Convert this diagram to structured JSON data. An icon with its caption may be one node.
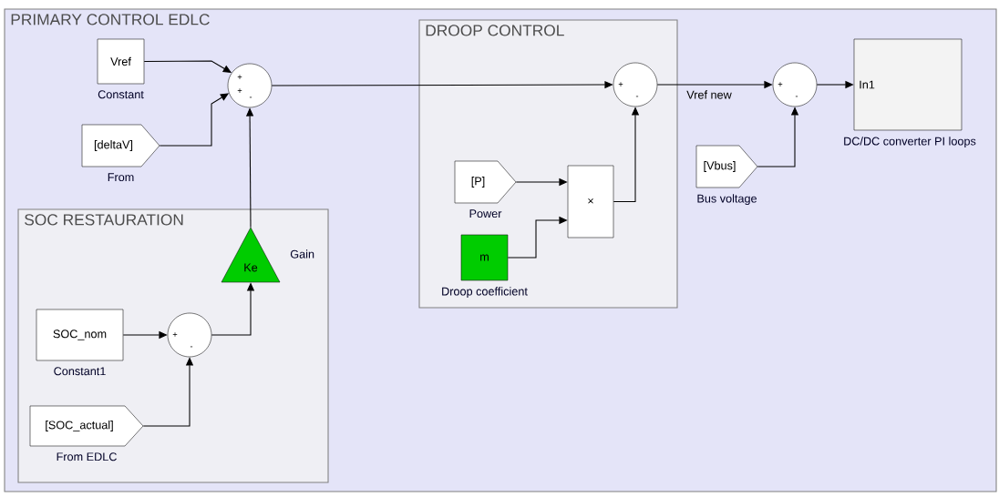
{
  "diagram": {
    "nodes": [
      {
        "text": [
          "PRIMARY CONTROL EDLC"
        ]
      },
      {
        "text": [
          "Vref"
        ],
        "beside": [
          "Constant"
        ],
        "in": 0
      },
      {
        "text": [
          "[deltaV]"
        ],
        "beside": [
          "From"
        ],
        "in": 0
      },
      {
        "text": [
          "+",
          "+",
          "-"
        ],
        "in": 0
      },
      {
        "text": [
          "SOC RESTAURATION"
        ],
        "in": 0
      },
      {
        "text": [
          "Ke"
        ],
        "beside": [
          "Gain"
        ],
        "in": 4
      },
      {
        "text": [
          "SOC_nom"
        ],
        "beside": [
          "Constant1"
        ],
        "in": 4
      },
      {
        "text": [
          "+",
          "-"
        ],
        "in": 4
      },
      {
        "text": [
          "[SOC_actual]"
        ],
        "beside": [
          "From EDLC"
        ],
        "in": 4
      },
      {
        "text": [
          "DROOP CONTROL"
        ],
        "in": 0
      },
      {
        "text": [
          "+",
          "-"
        ],
        "in": 9
      },
      {
        "text": [
          "[P]"
        ],
        "beside": [
          "Power"
        ],
        "in": 9
      },
      {
        "text": [
          "m"
        ],
        "beside": [
          "Droop coefficient"
        ],
        "in": 9
      },
      {
        "text": [
          "×"
        ],
        "in": 9
      },
      {
        "text": [
          "+",
          "-"
        ],
        "in": 0
      },
      {
        "text": [
          "[Vbus]"
        ],
        "beside": [
          "Bus voltage"
        ],
        "in": 0
      },
      {
        "text": [
          "In1"
        ],
        "beside": [
          "DC/DC converter PI loops"
        ],
        "in": 0
      }
    ],
    "edges": [
      {
        "from": 1,
        "to": 3,
        "arrow": "to"
      },
      {
        "from": 2,
        "to": 3,
        "arrow": "to"
      },
      {
        "from": 5,
        "to": 3,
        "arrow": "to"
      },
      {
        "from": 6,
        "to": 7,
        "arrow": "to"
      },
      {
        "from": 8,
        "to": 7,
        "arrow": "to"
      },
      {
        "from": 7,
        "to": 5,
        "arrow": "to"
      },
      {
        "from": 3,
        "to": 10,
        "arrow": "to"
      },
      {
        "from": 11,
        "to": 13,
        "arrow": "to"
      },
      {
        "from": 12,
        "to": 13,
        "arrow": "to"
      },
      {
        "from": 13,
        "to": 10,
        "arrow": "to"
      },
      {
        "from": 10,
        "to": 14,
        "arrow": "to",
        "label": "Vref new"
      },
      {
        "from": 15,
        "to": 14,
        "arrow": "to"
      },
      {
        "from": 14,
        "to": 16,
        "arrow": "to"
      }
    ]
  }
}
